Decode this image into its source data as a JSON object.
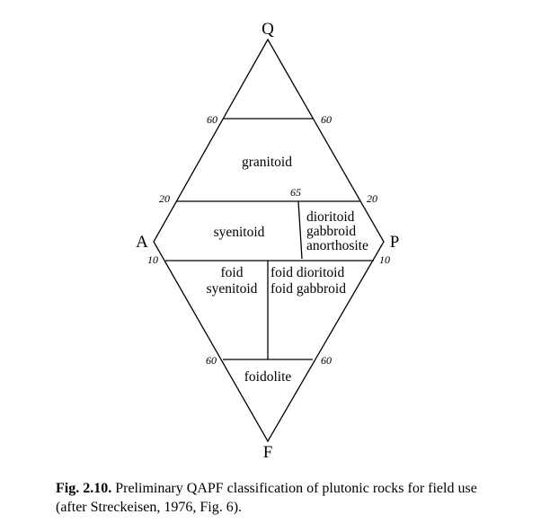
{
  "apices": {
    "q": "Q",
    "a": "A",
    "p": "P",
    "f": "F"
  },
  "fields": {
    "granitoid": "granitoid",
    "syenitoid": "syenitoid",
    "dioritoid": [
      "dioritoid",
      "gabbroid",
      "anorthosite"
    ],
    "foid_syenitoid": [
      "foid",
      "syenitoid"
    ],
    "foid_dioritoid": [
      "foid dioritoid",
      "foid gabbroid"
    ],
    "foidolite": "foidolite"
  },
  "ticks": {
    "q60_left": "60",
    "q60_right": "60",
    "q20_left": "20",
    "q20_right": "20",
    "p65": "65",
    "f10_left": "10",
    "f10_right": "10",
    "f60_left": "60",
    "f60_right": "60"
  },
  "caption": {
    "label": "Fig. 2.10.",
    "text": "Preliminary QAPF classification of plutonic rocks for field use (after Streckeisen, 1976, Fig. 6)."
  },
  "colors": {
    "line": "#000000",
    "background": "#ffffff"
  }
}
